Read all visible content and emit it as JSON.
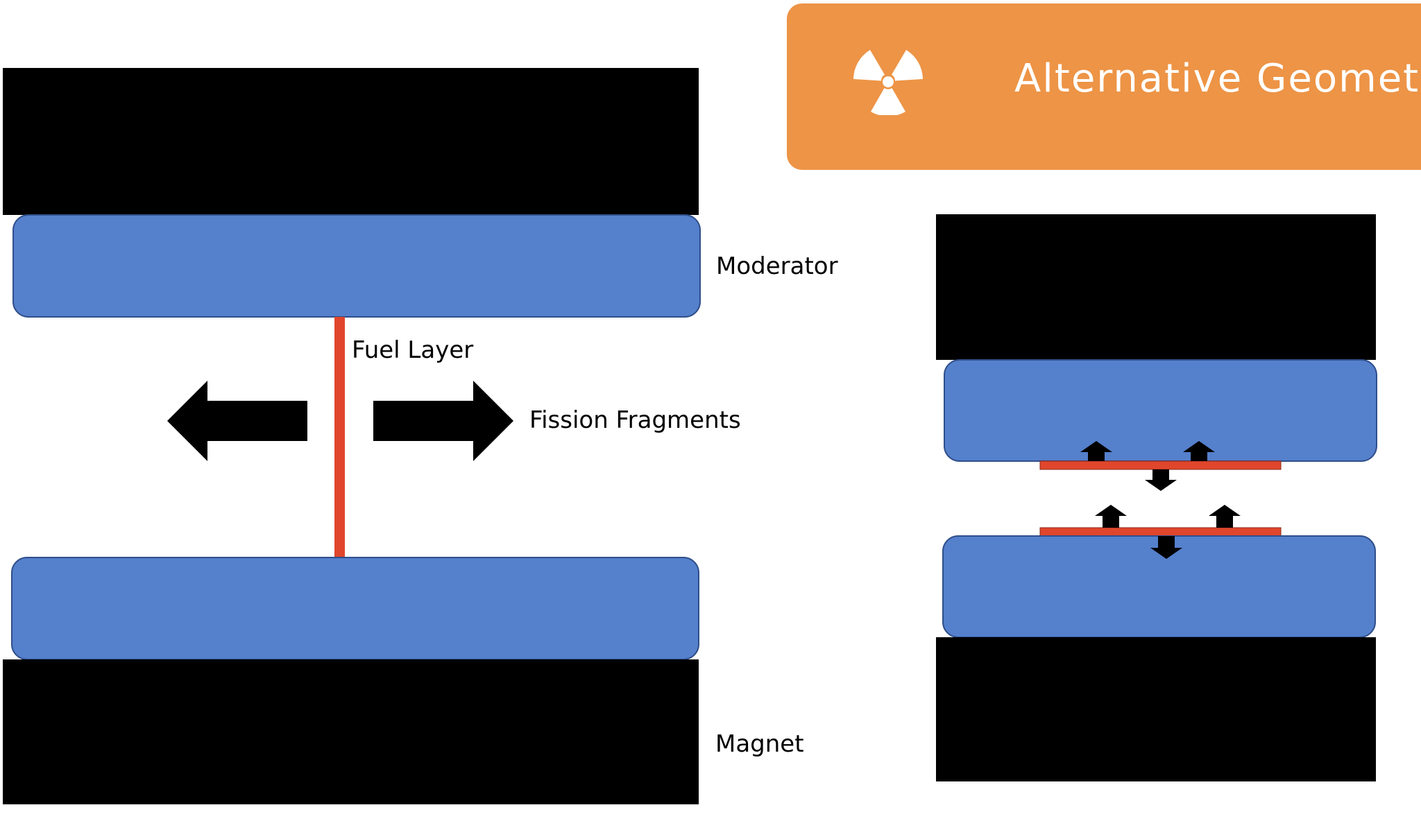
{
  "header": {
    "title": "Alternative Geometry",
    "icon": "radiation-icon"
  },
  "labels": {
    "moderator": "Moderator",
    "fuel_layer": "Fuel Layer",
    "fission_fragments": "Fission Fragments",
    "magnet": "Magnet"
  },
  "colors": {
    "banner": "#ed9446",
    "moderator": "#5580cc",
    "fuel": "#e0462c",
    "magnet": "#000000",
    "text": "#000000"
  }
}
